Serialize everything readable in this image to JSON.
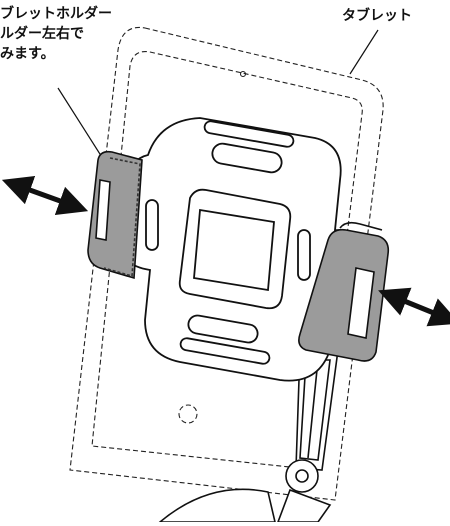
{
  "callouts": {
    "holder": {
      "lines": [
        "ブレットホルダー",
        "ルダー左右で",
        "みます。"
      ]
    },
    "tablet": {
      "label": "タブレット"
    }
  },
  "colors": {
    "ink": "#111111",
    "pad_gray": "#9b9b9b",
    "body_white": "#ffffff",
    "background": "#ffffff"
  },
  "icons": {
    "arrow_left": "double-headed-arrow-icon",
    "arrow_right": "double-headed-arrow-icon"
  }
}
